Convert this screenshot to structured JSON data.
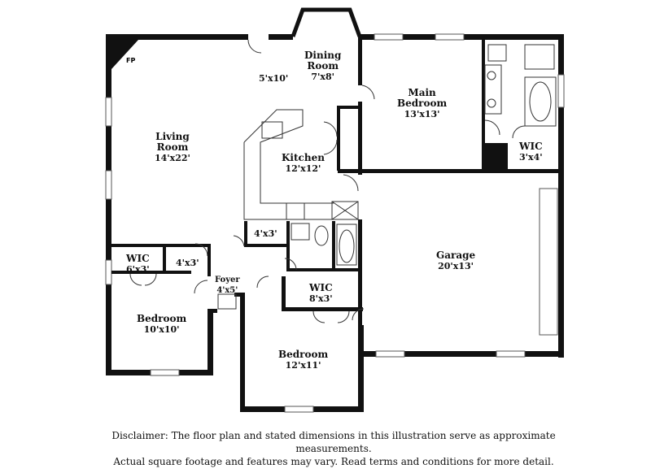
{
  "rooms": {
    "living": {
      "name": "Living\nRoom",
      "dims": "14'x22'"
    },
    "dining_nook": {
      "dims": "5'x10'"
    },
    "dining": {
      "name": "Dining\nRoom",
      "dims": "7'x8'"
    },
    "main_bedroom": {
      "name": "Main\nBedroom",
      "dims": "13'x13'"
    },
    "kitchen": {
      "name": "Kitchen",
      "dims": "12'x12'"
    },
    "main_wic": {
      "name": "WIC",
      "dims": "3'x4'"
    },
    "garage": {
      "name": "Garage",
      "dims": "20'x13'"
    },
    "closet_4x3": {
      "dims": "4'x3'"
    },
    "wic_left": {
      "name": "WIC",
      "dims": "6'x3'"
    },
    "closet_4x3b": {
      "dims": "4'x3'"
    },
    "foyer": {
      "name": "Foyer",
      "dims": "4'x5'"
    },
    "wic_mid": {
      "name": "WIC",
      "dims": "8'x3'"
    },
    "bedroom_left": {
      "name": "Bedroom",
      "dims": "10'x10'"
    },
    "bedroom_mid": {
      "name": "Bedroom",
      "dims": "12'x11'"
    }
  },
  "fireplace_label": "FP",
  "disclaimer": {
    "line1": "Disclaimer: The floor plan and stated dimensions in this illustration serve as approximate measurements.",
    "line2": "Actual square footage and features may vary. Read terms and conditions for more detail."
  }
}
